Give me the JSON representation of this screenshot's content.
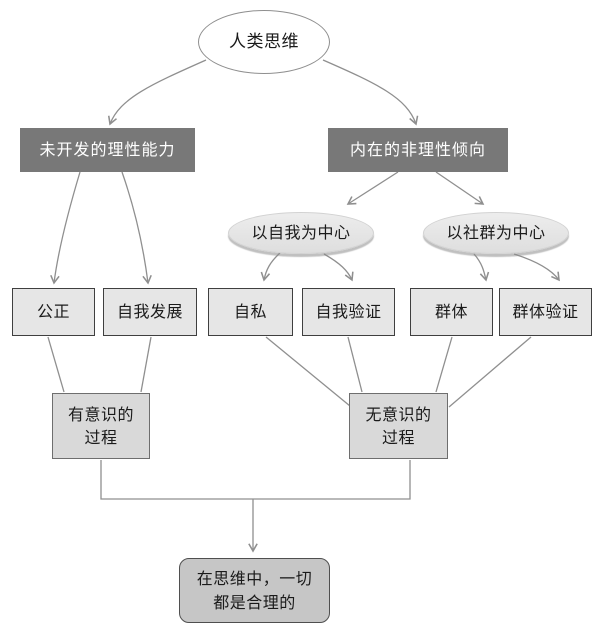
{
  "diagram": {
    "title_semantic": "human-thinking-flowchart",
    "nodes": {
      "root": "人类思维",
      "rational": "未开发的理性能力",
      "irrational": "内在的非理性倾向",
      "egocentric": "以自我为中心",
      "sociocentric": "以社群为中心",
      "fairness": "公正",
      "self_development": "自我发展",
      "selfishness": "自私",
      "self_validation": "自我验证",
      "group": "群体",
      "group_validation": "群体验证",
      "conscious_process": "有意识的\n过程",
      "unconscious_process": "无意识的\n过程",
      "conclusion": "在思维中，一切\n都是合理的"
    },
    "edges": [
      {
        "from": "人类思维",
        "to": "未开发的理性能力",
        "arrow": true
      },
      {
        "from": "人类思维",
        "to": "内在的非理性倾向",
        "arrow": true
      },
      {
        "from": "未开发的理性能力",
        "to": "公正",
        "arrow": true
      },
      {
        "from": "未开发的理性能力",
        "to": "自我发展",
        "arrow": true
      },
      {
        "from": "内在的非理性倾向",
        "to": "以自我为中心",
        "arrow": true
      },
      {
        "from": "内在的非理性倾向",
        "to": "以社群为中心",
        "arrow": true
      },
      {
        "from": "以自我为中心",
        "to": "自私",
        "arrow": true
      },
      {
        "from": "以自我为中心",
        "to": "自我验证",
        "arrow": true
      },
      {
        "from": "以社群为中心",
        "to": "群体",
        "arrow": true
      },
      {
        "from": "以社群为中心",
        "to": "群体验证",
        "arrow": true
      },
      {
        "from": "公正",
        "to": "有意识的过程",
        "arrow": false
      },
      {
        "from": "自我发展",
        "to": "有意识的过程",
        "arrow": false
      },
      {
        "from": "自私",
        "to": "无意识的过程",
        "arrow": false
      },
      {
        "from": "自我验证",
        "to": "无意识的过程",
        "arrow": false
      },
      {
        "from": "群体",
        "to": "无意识的过程",
        "arrow": false
      },
      {
        "from": "群体验证",
        "to": "无意识的过程",
        "arrow": false
      },
      {
        "from": "有意识的过程",
        "to": "在思维中，一切都是合理的",
        "arrow": true
      },
      {
        "from": "无意识的过程",
        "to": "在思维中，一切都是合理的",
        "arrow": true
      }
    ],
    "colors": {
      "dark_box_fill": "#787878",
      "dark_box_text": "#ffffff",
      "light_box_fill": "#e6e6e6",
      "process_box_fill": "#d9d9d9",
      "conclusion_fill": "#c6c6c6",
      "ellipse_fill": "#e4e4e4",
      "root_ellipse_fill": "#ffffff",
      "connector_line": "#8f8f8f",
      "text": "#1a1a1a",
      "background": "#ffffff"
    }
  }
}
